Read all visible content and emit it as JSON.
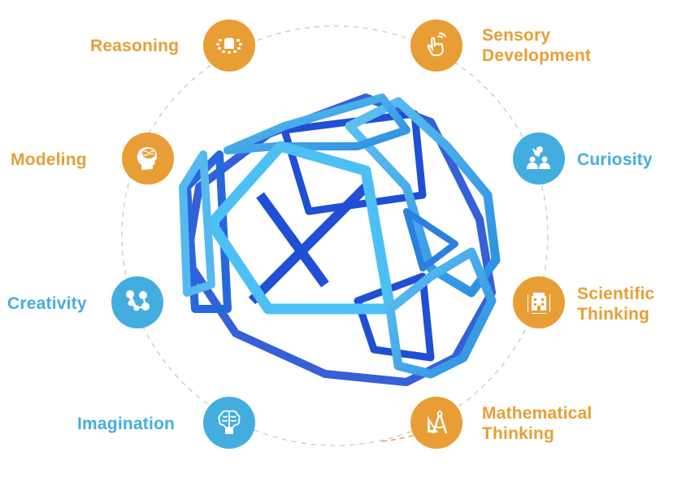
{
  "colors": {
    "orange": "#e89e35",
    "blue": "#44ade0",
    "ring": "#c8c8c8"
  },
  "center_image": {
    "description": "blue magnetic tile polyhedron dome",
    "icon": "magnetic-tile-dome"
  },
  "skills": [
    {
      "label": "Reasoning",
      "icon": "rotating-cylinder-icon",
      "color": "orange",
      "side": "left"
    },
    {
      "label": "Sensory Development",
      "line1": "Sensory",
      "line2": "Development",
      "icon": "touch-hand-icon",
      "color": "orange",
      "side": "right"
    },
    {
      "label": "Modeling",
      "icon": "head-brain-icon",
      "color": "orange",
      "side": "left"
    },
    {
      "label": "Curiosity",
      "icon": "group-raised-hand-icon",
      "color": "blue",
      "side": "right"
    },
    {
      "label": "Creativity",
      "icon": "network-nodes-icon",
      "color": "blue",
      "side": "left"
    },
    {
      "label": "Scientific Thinking",
      "line1": "Scientific",
      "line2": "Thinking",
      "icon": "building-measure-icon",
      "color": "orange",
      "side": "right"
    },
    {
      "label": "Imagination",
      "icon": "brain-lightbulb-icon",
      "color": "blue",
      "side": "left"
    },
    {
      "label": "Mathematical Thinking",
      "line1": "Mathematical",
      "line2": "Thinking",
      "icon": "compass-ruler-icon",
      "color": "orange",
      "side": "right"
    }
  ]
}
